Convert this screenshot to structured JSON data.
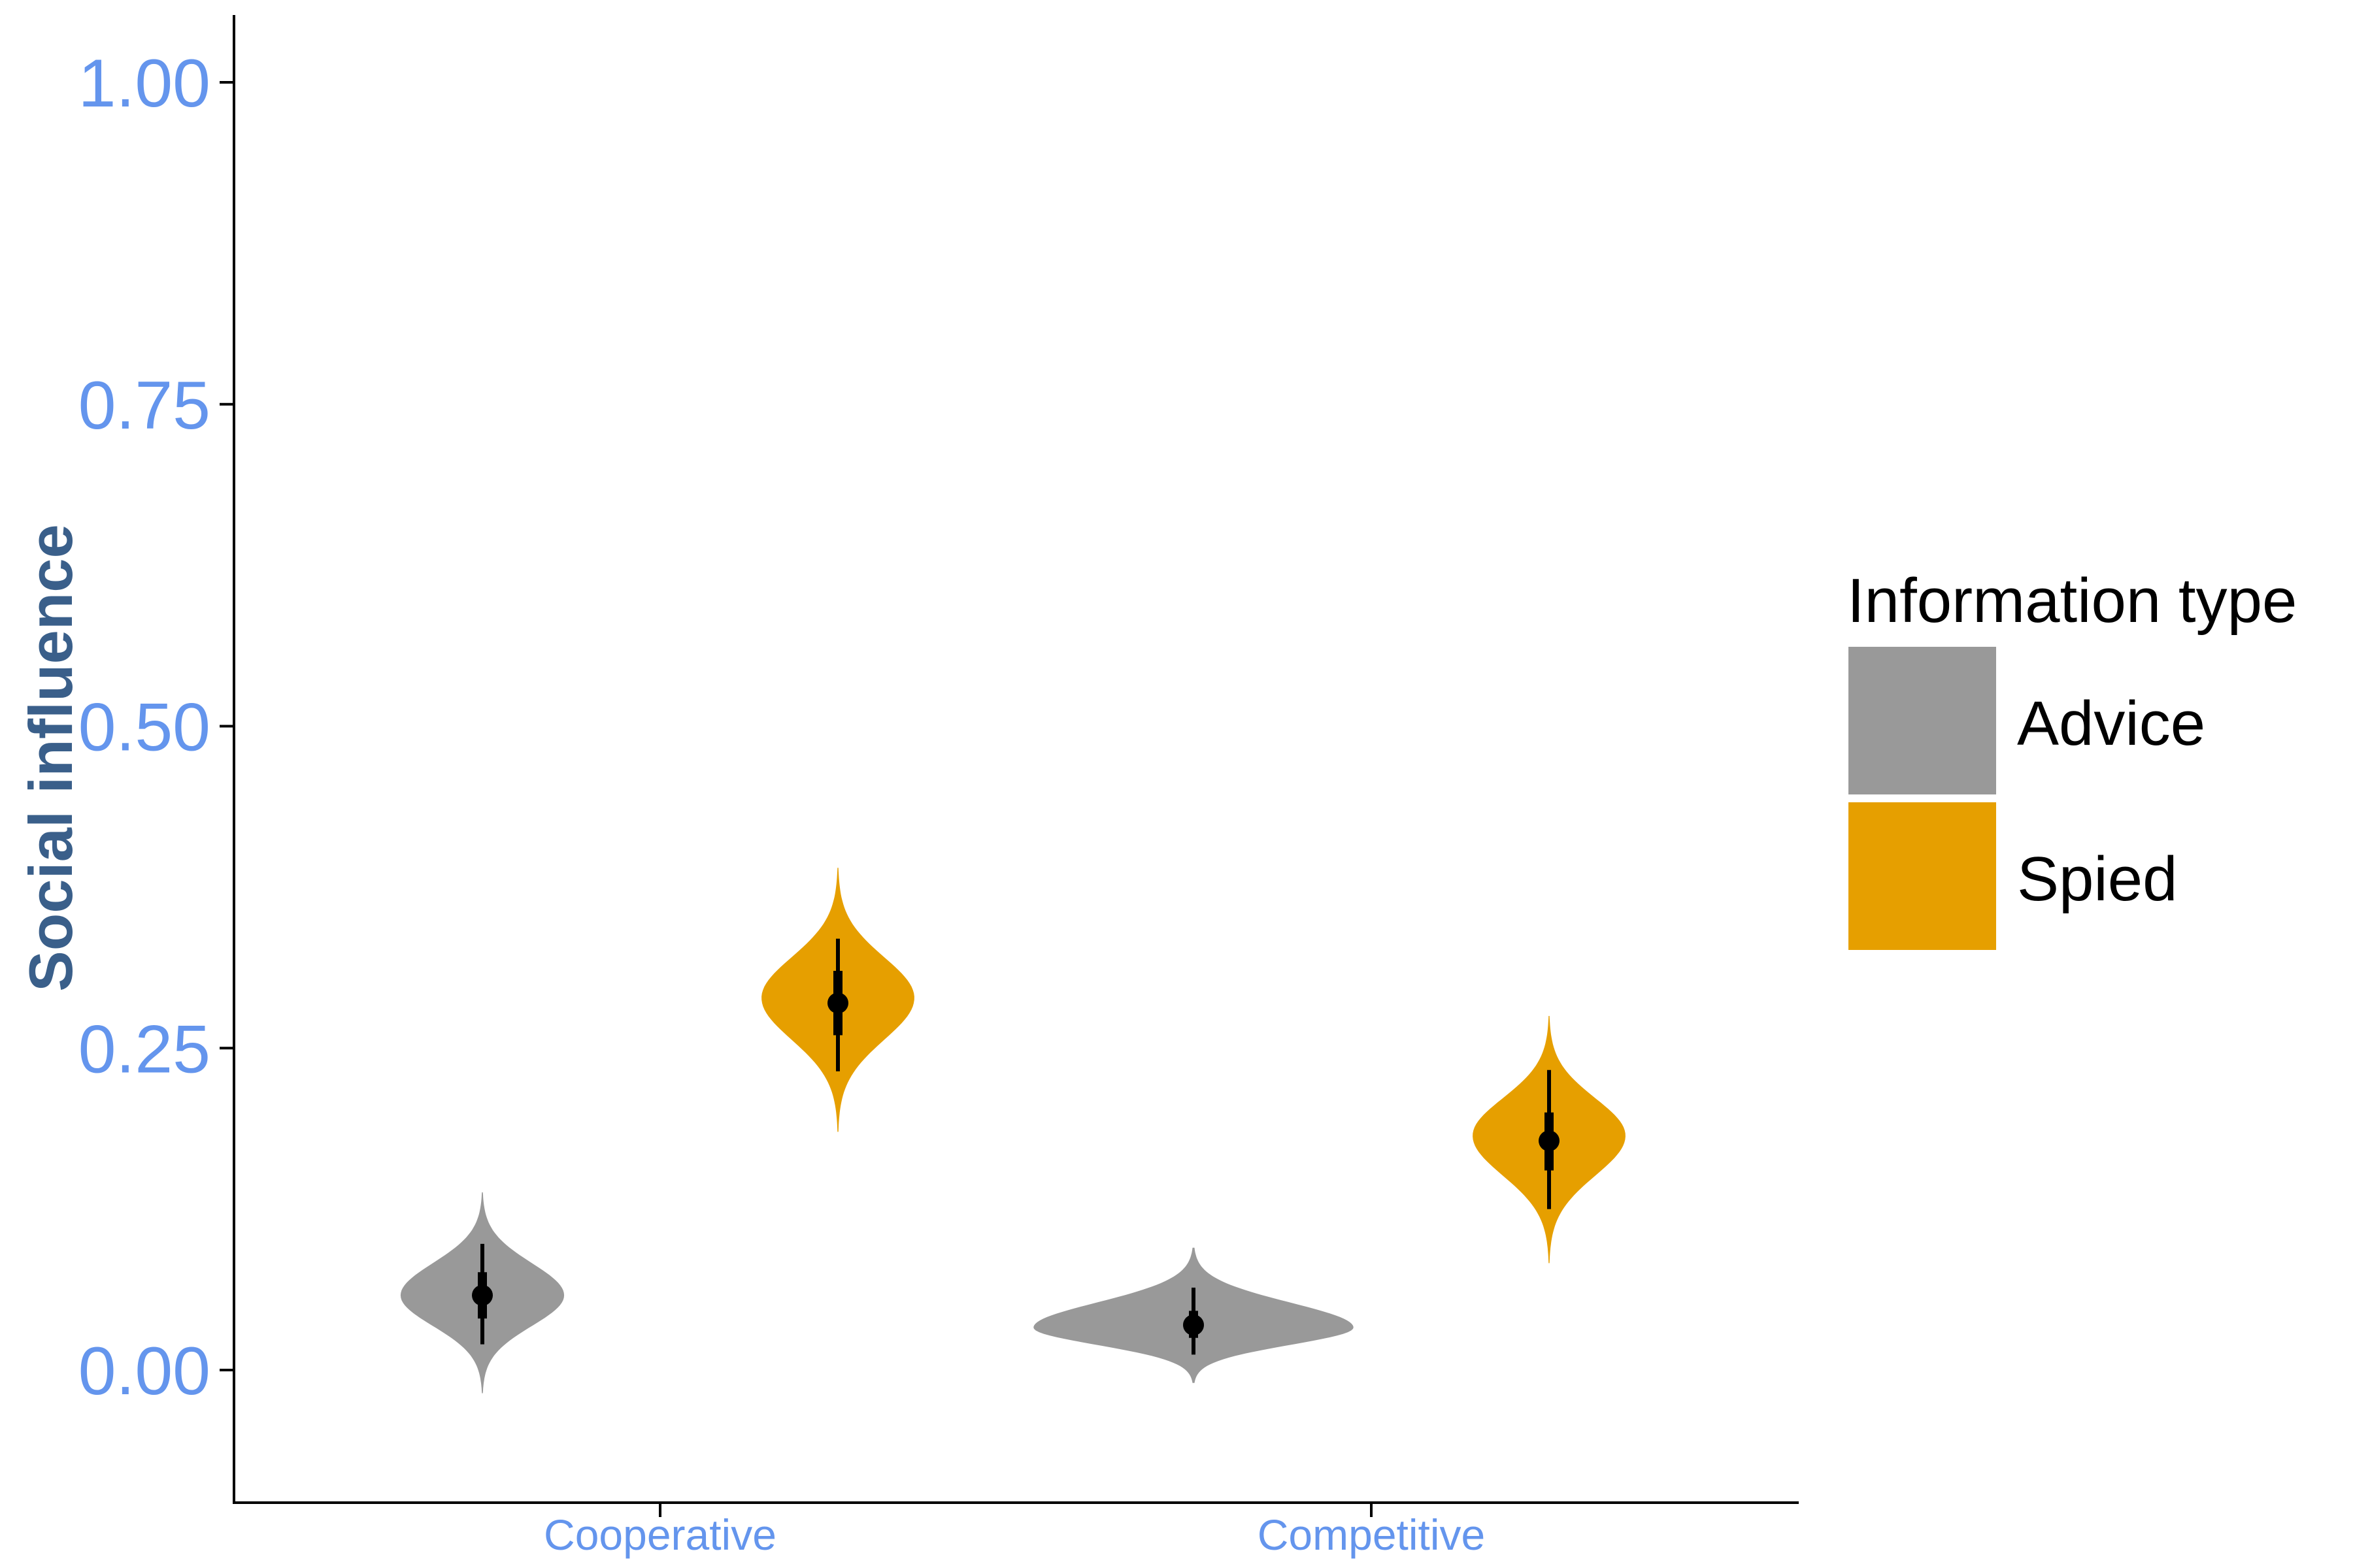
{
  "chart_data": {
    "type": "violin",
    "title": "",
    "xlabel": "",
    "ylabel": "Social influence",
    "ylim": [
      -0.1,
      1.05
    ],
    "y_ticks": [
      "0.00",
      "0.25",
      "0.50",
      "0.75",
      "1.00"
    ],
    "categories": [
      "Cooperative",
      "Competitive"
    ],
    "legend": {
      "title": "Information type",
      "position": "right",
      "entries": [
        "Advice",
        "Spied"
      ]
    },
    "grid": false,
    "colors": {
      "Advice": "#999999",
      "Spied": "#E69F00",
      "tick_label": "#6495ED",
      "ylabel": "#3A5F8A",
      "point": "#000000"
    },
    "series": [
      {
        "name": "Advice",
        "values": [
          {
            "category": "Cooperative",
            "median": 0.058,
            "inner_low": 0.04,
            "inner_high": 0.076,
            "outer_low": 0.02,
            "outer_high": 0.098,
            "min": -0.018,
            "max": 0.138,
            "mode": 0.058,
            "peak_width": 0.46
          },
          {
            "category": "Competitive",
            "median": 0.035,
            "inner_low": 0.025,
            "inner_high": 0.046,
            "outer_low": 0.012,
            "outer_high": 0.064,
            "min": -0.01,
            "max": 0.095,
            "mode": 0.033,
            "peak_width": 0.9
          }
        ]
      },
      {
        "name": "Spied",
        "values": [
          {
            "category": "Cooperative",
            "median": 0.285,
            "inner_low": 0.26,
            "inner_high": 0.31,
            "outer_low": 0.232,
            "outer_high": 0.335,
            "min": 0.185,
            "max": 0.39,
            "mode": 0.289,
            "peak_width": 0.43
          },
          {
            "category": "Competitive",
            "median": 0.178,
            "inner_low": 0.155,
            "inner_high": 0.2,
            "outer_low": 0.125,
            "outer_high": 0.233,
            "min": 0.083,
            "max": 0.275,
            "mode": 0.182,
            "peak_width": 0.43
          }
        ]
      }
    ]
  }
}
